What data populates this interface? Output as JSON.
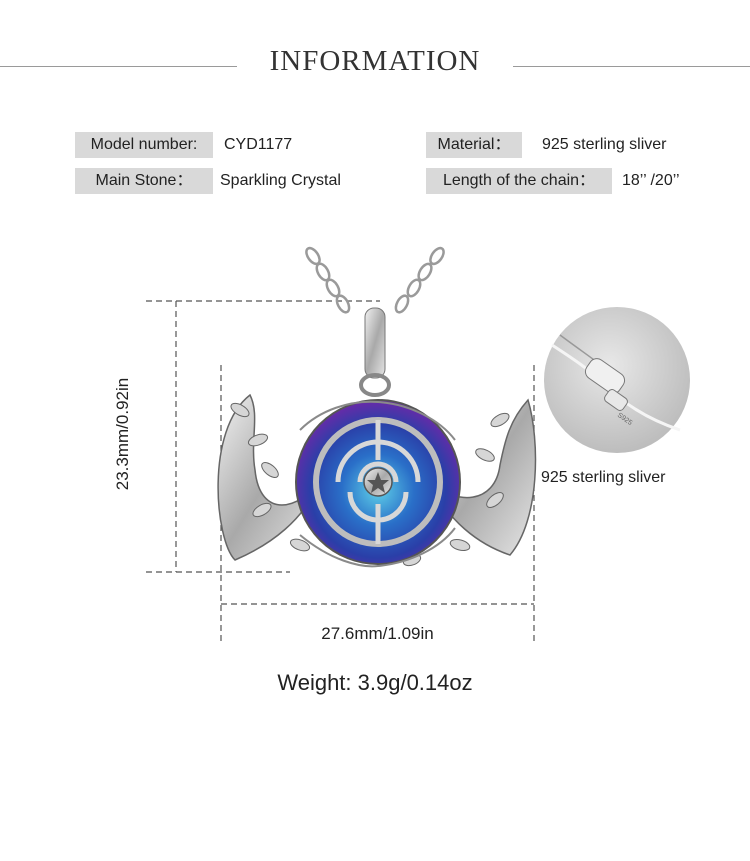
{
  "header": {
    "title": "INFORMATION"
  },
  "specs": {
    "model_label": "Model number:",
    "model_value": "CYD1177",
    "material_label": "Material：",
    "material_value": "925 sterling sliver",
    "stone_label": "Main Stone：",
    "stone_value": "Sparkling Crystal",
    "chain_label": "Length of the chain：",
    "chain_value": "18’’ /20’’"
  },
  "dimensions": {
    "height": "23.3mm/0.92in",
    "width": "27.6mm/1.09in"
  },
  "inset": {
    "caption": "925 sterling sliver",
    "stamp": "S925"
  },
  "weight": "Weight: 3.9g/0.14oz",
  "colors": {
    "label_bg": "#d9d9d9",
    "stone_blue": "#2a4fb0",
    "stone_purple": "#6a2aa8",
    "silver": "#c9c9c9"
  }
}
